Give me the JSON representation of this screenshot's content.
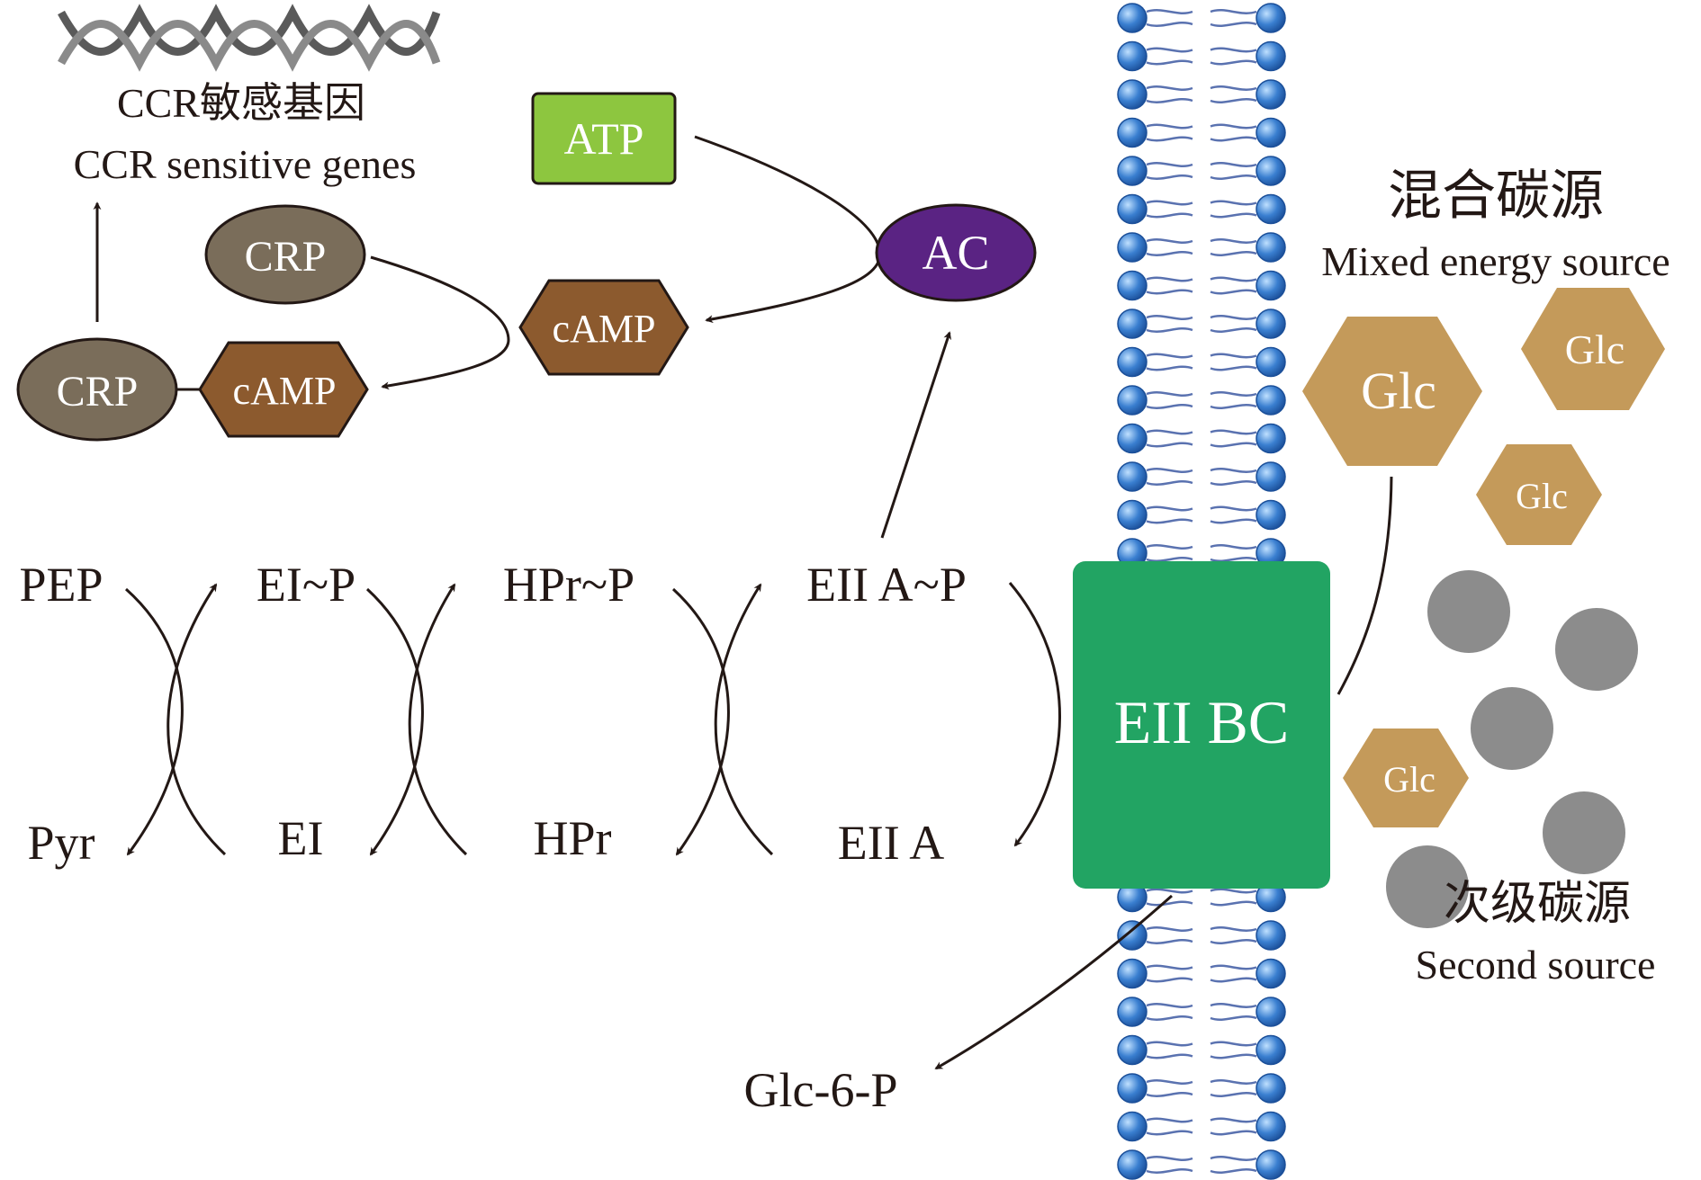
{
  "top_label": {
    "zh": "CCR敏感基因",
    "en": "CCR sensitive genes"
  },
  "nodes": {
    "atp": "ATP",
    "ac": "AC",
    "crp_free": "CRP",
    "camp_free": "cAMP",
    "crp_complex": "CRP",
    "camp_complex": "cAMP"
  },
  "pathway": {
    "top_row": [
      "PEP",
      "EI~P",
      "HPr~P",
      "EII A~P"
    ],
    "bottom_row": [
      "Pyr",
      "EI",
      "HPr",
      "EII A"
    ]
  },
  "transporter": "EII BC",
  "product": "Glc-6-P",
  "mixed_source": {
    "zh": "混合碳源",
    "en": "Mixed energy source"
  },
  "glucose_molecules": [
    "Glc",
    "Glc",
    "Glc",
    "Glc"
  ],
  "second_source": {
    "zh": "次级碳源",
    "en": "Second source"
  },
  "colors": {
    "atp": "#8dc63f",
    "ac": "#5a2383",
    "crp": "#7a6d5a",
    "camp": "#8c5a2e",
    "eii_bc": "#22a463",
    "glc": "#c49a5a",
    "second_source": "#8c8c8c",
    "membrane_head": "#3a7fd0",
    "membrane_tail": "#5a72b0",
    "arrow": "#231815"
  }
}
